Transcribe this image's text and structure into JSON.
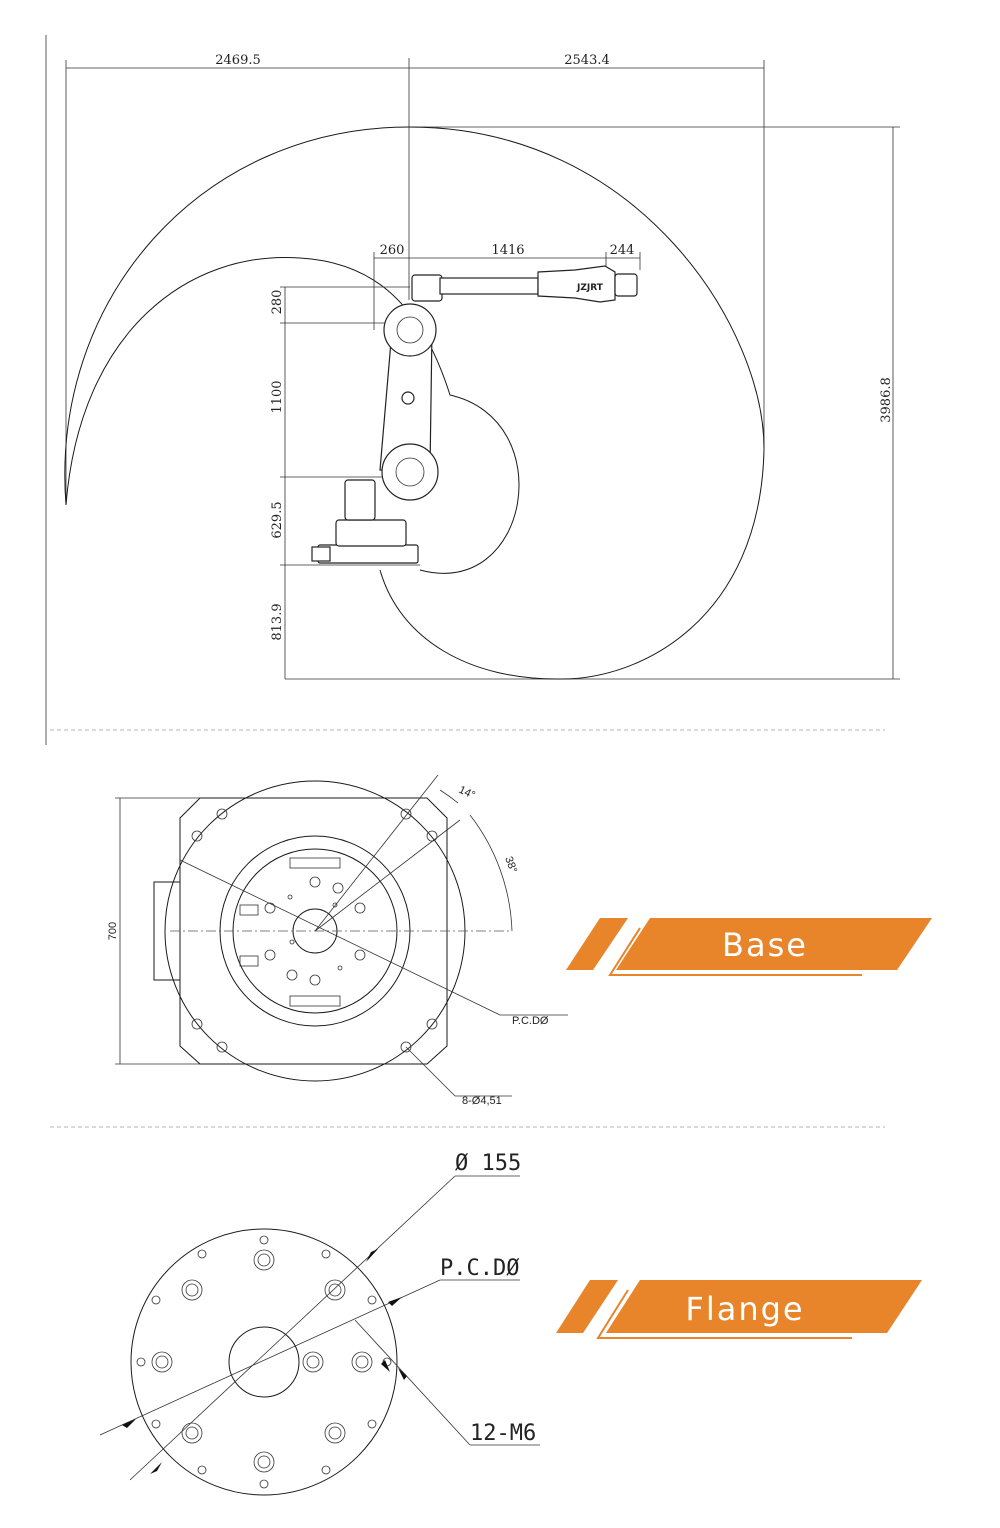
{
  "workspace": {
    "dims": {
      "reach_left": "2469.5",
      "reach_right": "2543.4",
      "height_total": "3986.8",
      "offset_260": "260",
      "arm_1416": "1416",
      "wrist_244": "244",
      "h_280": "280",
      "h_1100": "1100",
      "h_629": "629.5",
      "h_813": "813.9"
    },
    "logo": "JZJRT"
  },
  "base": {
    "dim_700": "700",
    "angle_14": "14°",
    "angle_38": "38°",
    "pcd_label": "P.C.DØ",
    "holes_label": "8-Ø4,51",
    "tag": "Base",
    "tag_color": "#e8842a"
  },
  "flange": {
    "dia_label": "Ø 155",
    "pcd_label": "P.C.DØ",
    "threads_label": "12-M6",
    "tag": "Flange",
    "tag_color": "#e8842a"
  }
}
